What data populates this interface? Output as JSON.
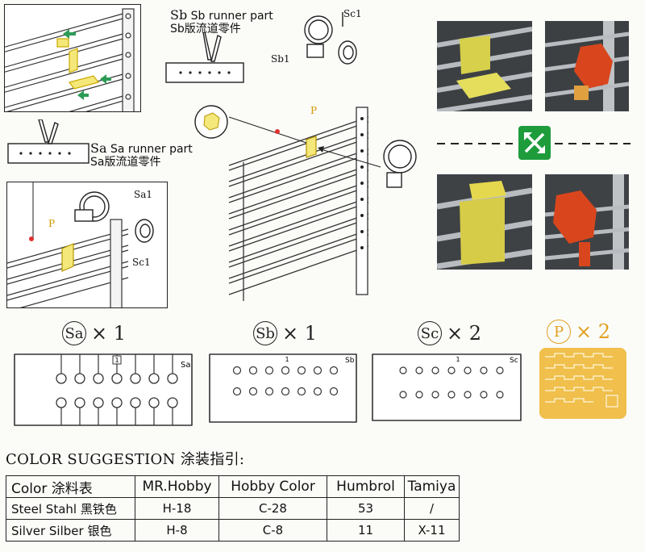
{
  "labels": {
    "sb_runner_en": "Sb runner part",
    "sb_runner_zh": "Sb版流道零件",
    "sa_runner_en": "Sa runner part",
    "sa_runner_zh": "Sa版流道零件",
    "sc1_top": "Sc1",
    "sb1": "Sb1",
    "sa1": "Sa1",
    "sc1_left": "Sc1",
    "p_top": "P",
    "p_left": "P"
  },
  "quantities": [
    {
      "code": "Sa",
      "count": "× 1"
    },
    {
      "code": "Sb",
      "count": "× 1"
    },
    {
      "code": "Sc",
      "count": "× 2"
    },
    {
      "code": "P",
      "count": "× 2"
    }
  ],
  "sprue_tags": {
    "sa": "Sa",
    "sb": "Sb",
    "sc": "Sc",
    "num": "1"
  },
  "color_suggestion": {
    "title": "COLOR SUGGESTION 涂装指引:",
    "headers": [
      "Color 涂料表",
      "MR.Hobby",
      "Hobby Color",
      "Humbrol",
      "Tamiya"
    ],
    "rows": [
      [
        "Steel Stahl 黑铁色",
        "H-18",
        "C-28",
        "53",
        "/"
      ],
      [
        "Silver Silber 银色",
        "H-8",
        "C-8",
        "11",
        "X-11"
      ]
    ]
  },
  "colors": {
    "yellow_part": "#e8d84a",
    "red_part": "#d8451f",
    "arrow_green": "#1e9c3c",
    "photoetch_gold": "#f0bf4c"
  }
}
